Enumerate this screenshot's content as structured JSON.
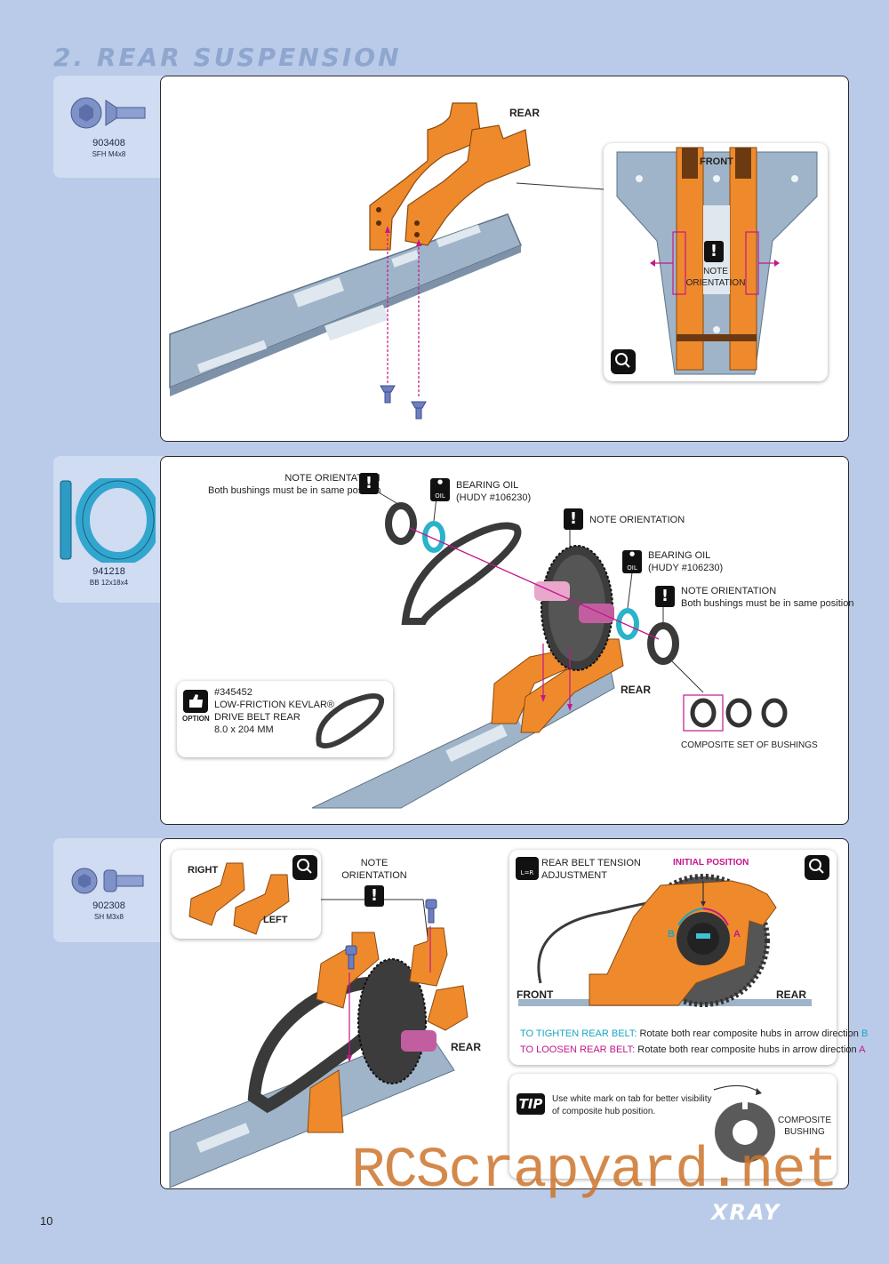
{
  "page": {
    "section_title": "2. REAR SUSPENSION",
    "page_number": "10",
    "brand": "XRAY",
    "watermark": "RCScrapyard.net"
  },
  "step1": {
    "part": {
      "code": "903408",
      "desc": "SFH M4x8",
      "icon": "countersunk-screw-icon"
    },
    "rear_label": "REAR",
    "detail": {
      "front_label": "FRONT",
      "note_line1": "NOTE",
      "note_line2": "ORIENTATION",
      "icon": "detail-magnifier-icon"
    }
  },
  "step2": {
    "part": {
      "code": "941218",
      "desc": "BB 12x18x4",
      "icon": "ball-bearing-icon"
    },
    "note_left": {
      "title": "NOTE ORIENTATION",
      "text": "Both bushings must be in same position"
    },
    "oil_left": {
      "line1": "BEARING OIL",
      "line2": "(HUDY #106230)"
    },
    "note_center": "NOTE ORIENTATION",
    "oil_right": {
      "line1": "BEARING OIL",
      "line2": "(HUDY #106230)"
    },
    "note_right": {
      "title": "NOTE ORIENTATION",
      "text": "Both bushings must be in same position"
    },
    "oil_icon_text": "OIL",
    "rear_label": "REAR",
    "composite_label": "COMPOSITE SET OF BUSHINGS",
    "option": {
      "badge": "OPTION",
      "line1": "#345452",
      "line2": "LOW-FRICTION KEVLAR®",
      "line3": "DRIVE BELT REAR",
      "line4": "8.0 x 204 MM"
    }
  },
  "step3": {
    "part": {
      "code": "902308",
      "desc": "SH M3x8",
      "icon": "socket-head-screw-icon"
    },
    "right_label": "RIGHT",
    "left_label": "LEFT",
    "note_line1": "NOTE",
    "note_line2": "ORIENTATION",
    "rear_label": "REAR",
    "tension": {
      "title_line1": "REAR BELT TENSION",
      "title_line2": "ADJUSTMENT",
      "icon_text": "L=R",
      "initial_position": "INITIAL POSITION",
      "mark_a": "A",
      "mark_b": "B",
      "front_label": "FRONT",
      "rear_label": "REAR",
      "tighten_label": "TO TIGHTEN REAR BELT:",
      "tighten_text": "Rotate both rear composite hubs in arrow direction",
      "loosen_label": "TO LOOSEN REAR BELT:",
      "loosen_text": "Rotate both rear composite hubs in arrow direction"
    },
    "tip": {
      "badge": "TIP",
      "line1": "Use white mark on tab for better visibility",
      "line2": "of composite hub position.",
      "bushing_line1": "COMPOSITE",
      "bushing_line2": "BUSHING"
    }
  },
  "colors": {
    "orange": "#ef8a2c",
    "chassis": "#9fb4c9",
    "magenta": "#c2188b",
    "teal": "#18a6c2",
    "background": "#b9cbe8"
  }
}
